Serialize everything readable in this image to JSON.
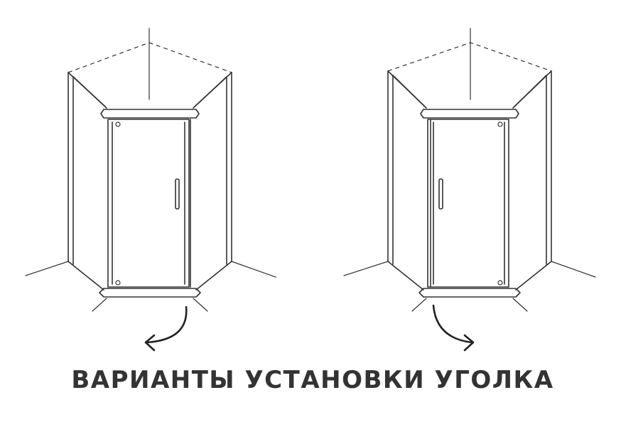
{
  "caption": "ВАРИАНТЫ УСТАНОВКИ УГОЛКА",
  "variants": [
    {
      "door_opening": "left"
    },
    {
      "door_opening": "right"
    }
  ],
  "colors": {
    "line": "#333333",
    "background": "#ffffff"
  }
}
